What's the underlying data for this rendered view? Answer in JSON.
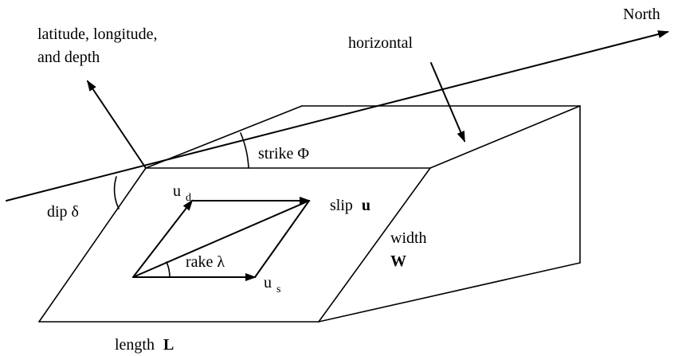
{
  "labels": {
    "location": [
      "latitude, longitude,",
      "and depth"
    ],
    "north": "North",
    "horizontal": "horizontal",
    "strike": "strike Φ",
    "dip": "dip δ",
    "ud_main": "u",
    "ud_sub": "d",
    "slip_text": "slip",
    "slip_symbol": "u",
    "rake": "rake λ",
    "us_main": "u",
    "us_sub": "s",
    "width_text": "width",
    "width_symbol": "W",
    "length_text": "length",
    "length_symbol": "L"
  },
  "colors": {
    "ink": "#000000",
    "background": "#ffffff"
  }
}
